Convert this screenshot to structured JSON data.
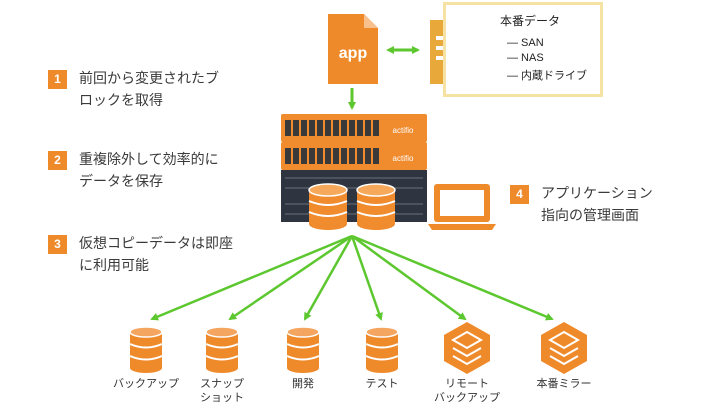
{
  "colors": {
    "orange": "#ef8a2b",
    "green": "#5cc72e",
    "gold": "#e9a93a",
    "box_border": "#f6e2a3",
    "server_dark": "#2f3540"
  },
  "app_file": {
    "label": "app"
  },
  "prod_data": {
    "title": "本番データ",
    "items": [
      "— SAN",
      "— NAS",
      "— 内蔵ドライブ"
    ]
  },
  "server": {
    "brand": "actifio"
  },
  "steps": [
    {
      "num": "1",
      "lines": [
        "前回から変更されたブ",
        "ロックを取得"
      ]
    },
    {
      "num": "2",
      "lines": [
        "重複除外して効率的に",
        "データを保存"
      ]
    },
    {
      "num": "3",
      "lines": [
        "仮想コピーデータは即座",
        "に利用可能"
      ]
    },
    {
      "num": "4",
      "lines": [
        "アプリケーション",
        "指向の管理画面"
      ]
    }
  ],
  "targets": [
    {
      "lines": [
        "バックアップ"
      ],
      "icon": "database-icon"
    },
    {
      "lines": [
        "スナップ",
        "ショット"
      ],
      "icon": "database-icon"
    },
    {
      "lines": [
        "開発"
      ],
      "icon": "database-icon"
    },
    {
      "lines": [
        "テスト"
      ],
      "icon": "database-icon"
    },
    {
      "lines": [
        "リモート",
        "バックアップ"
      ],
      "icon": "cube-icon"
    },
    {
      "lines": [
        "本番ミラー"
      ],
      "icon": "cube-icon"
    }
  ]
}
